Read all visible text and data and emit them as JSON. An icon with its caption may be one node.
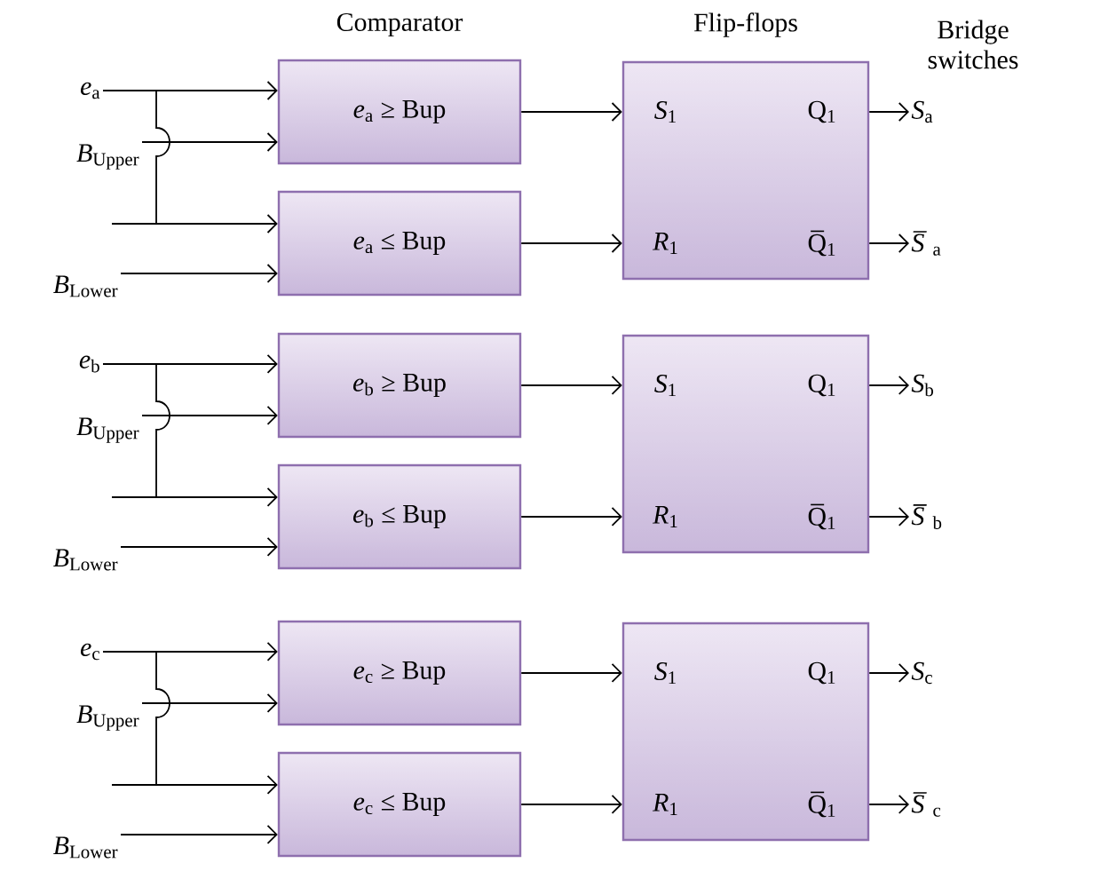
{
  "diagram": {
    "nodes": [
      {
        "text": [
          "*e*$_{a}$"
        ]
      },
      {
        "text": [
          "*B*$_{Upper}$"
        ]
      },
      {
        "text": [
          "*B*$_{Lower}$"
        ]
      },
      {
        "text": [
          "*e*$_{a}$ ≥ Bup"
        ]
      },
      {
        "text": [
          "*e*$_{a}$ ≤ Bup"
        ]
      },
      {
        "text": [
          "*S*$_{1}$",
          "Q$_{1}$",
          "*R*$_{1}$",
          "Q̅$_{1}$"
        ]
      },
      {
        "text": [
          "*S*$_{a}$"
        ]
      },
      {
        "text": [
          "*S̅*$_{a}$"
        ]
      },
      {
        "text": [
          "*e*$_{b}$"
        ]
      },
      {
        "text": [
          "*B*$_{Upper}$"
        ]
      },
      {
        "text": [
          "*B*$_{Lower}$"
        ]
      },
      {
        "text": [
          "*e*$_{b}$ ≥ Bup"
        ]
      },
      {
        "text": [
          "*e*$_{b}$ ≤ Bup"
        ]
      },
      {
        "text": [
          "*S*$_{1}$",
          "Q$_{1}$",
          "*R*$_{1}$",
          "Q̅$_{1}$"
        ]
      },
      {
        "text": [
          "*S*$_{b}$"
        ]
      },
      {
        "text": [
          "*S̅*$_{b}$"
        ]
      },
      {
        "text": [
          "*e*$_{c}$"
        ]
      },
      {
        "text": [
          "*B*$_{Upper}$"
        ]
      },
      {
        "text": [
          "*B*$_{Lower}$"
        ]
      },
      {
        "text": [
          "*e*$_{c}$ ≥ Bup"
        ]
      },
      {
        "text": [
          "*e*$_{c}$ ≤ Bup"
        ]
      },
      {
        "text": [
          "*S*$_{1}$",
          "Q$_{1}$",
          "*R*$_{1}$",
          "Q̅$_{1}$"
        ]
      },
      {
        "text": [
          "*S*$_{c}$"
        ]
      },
      {
        "text": [
          "*S̅*$_{c}$"
        ]
      }
    ],
    "edges": [
      {
        "from": 0,
        "to": 3,
        "arrow": "to"
      },
      {
        "from": 0,
        "to": 4,
        "arrow": "to"
      },
      {
        "from": 1,
        "to": 3,
        "arrow": "to"
      },
      {
        "from": 2,
        "to": 4,
        "arrow": "to"
      },
      {
        "from": 3,
        "to": 5,
        "arrow": "to"
      },
      {
        "from": 4,
        "to": 5,
        "arrow": "to"
      },
      {
        "from": 5,
        "to": 6,
        "arrow": "to"
      },
      {
        "from": 5,
        "to": 7,
        "arrow": "to"
      },
      {
        "from": 8,
        "to": 11,
        "arrow": "to"
      },
      {
        "from": 8,
        "to": 12,
        "arrow": "to"
      },
      {
        "from": 9,
        "to": 11,
        "arrow": "to"
      },
      {
        "from": 10,
        "to": 12,
        "arrow": "to"
      },
      {
        "from": 11,
        "to": 13,
        "arrow": "to"
      },
      {
        "from": 12,
        "to": 13,
        "arrow": "to"
      },
      {
        "from": 13,
        "to": 14,
        "arrow": "to"
      },
      {
        "from": 13,
        "to": 15,
        "arrow": "to"
      },
      {
        "from": 16,
        "to": 19,
        "arrow": "to"
      },
      {
        "from": 16,
        "to": 20,
        "arrow": "to"
      },
      {
        "from": 17,
        "to": 19,
        "arrow": "to"
      },
      {
        "from": 18,
        "to": 20,
        "arrow": "to"
      },
      {
        "from": 19,
        "to": 21,
        "arrow": "to"
      },
      {
        "from": 20,
        "to": 21,
        "arrow": "to"
      },
      {
        "from": 21,
        "to": 22,
        "arrow": "to"
      },
      {
        "from": 21,
        "to": 23,
        "arrow": "to"
      }
    ],
    "labels": [
      "Comparator",
      "Flip-flops",
      "Bridge switches"
    ]
  }
}
